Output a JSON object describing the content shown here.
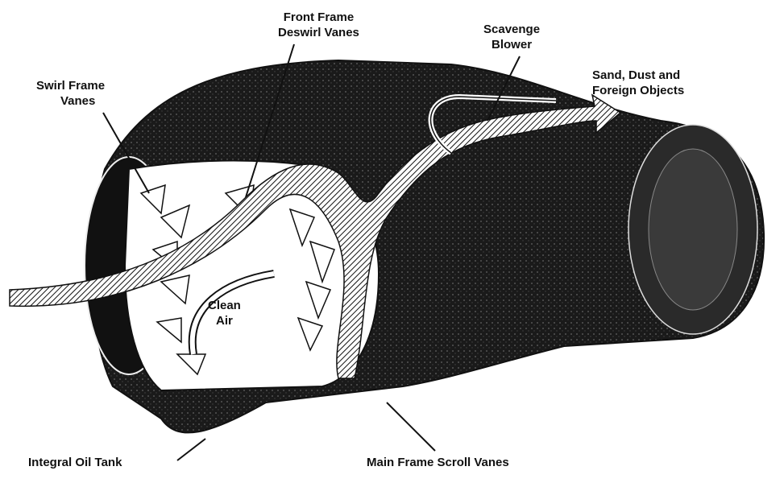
{
  "labels": {
    "front_frame": [
      "Front Frame",
      "Deswirl Vanes"
    ],
    "scavenge": [
      "Scavenge",
      "Blower"
    ],
    "swirl_frame": [
      "Swirl Frame",
      "Vanes"
    ],
    "sand_dust": [
      "Sand, Dust and",
      "Foreign Objects"
    ],
    "clean_air": [
      "Clean",
      "Air"
    ],
    "oil_tank": "Integral Oil Tank",
    "scroll_vanes": "Main Frame Scroll Vanes"
  },
  "colors": {
    "ink": "#111111",
    "paper": "#ffffff"
  }
}
